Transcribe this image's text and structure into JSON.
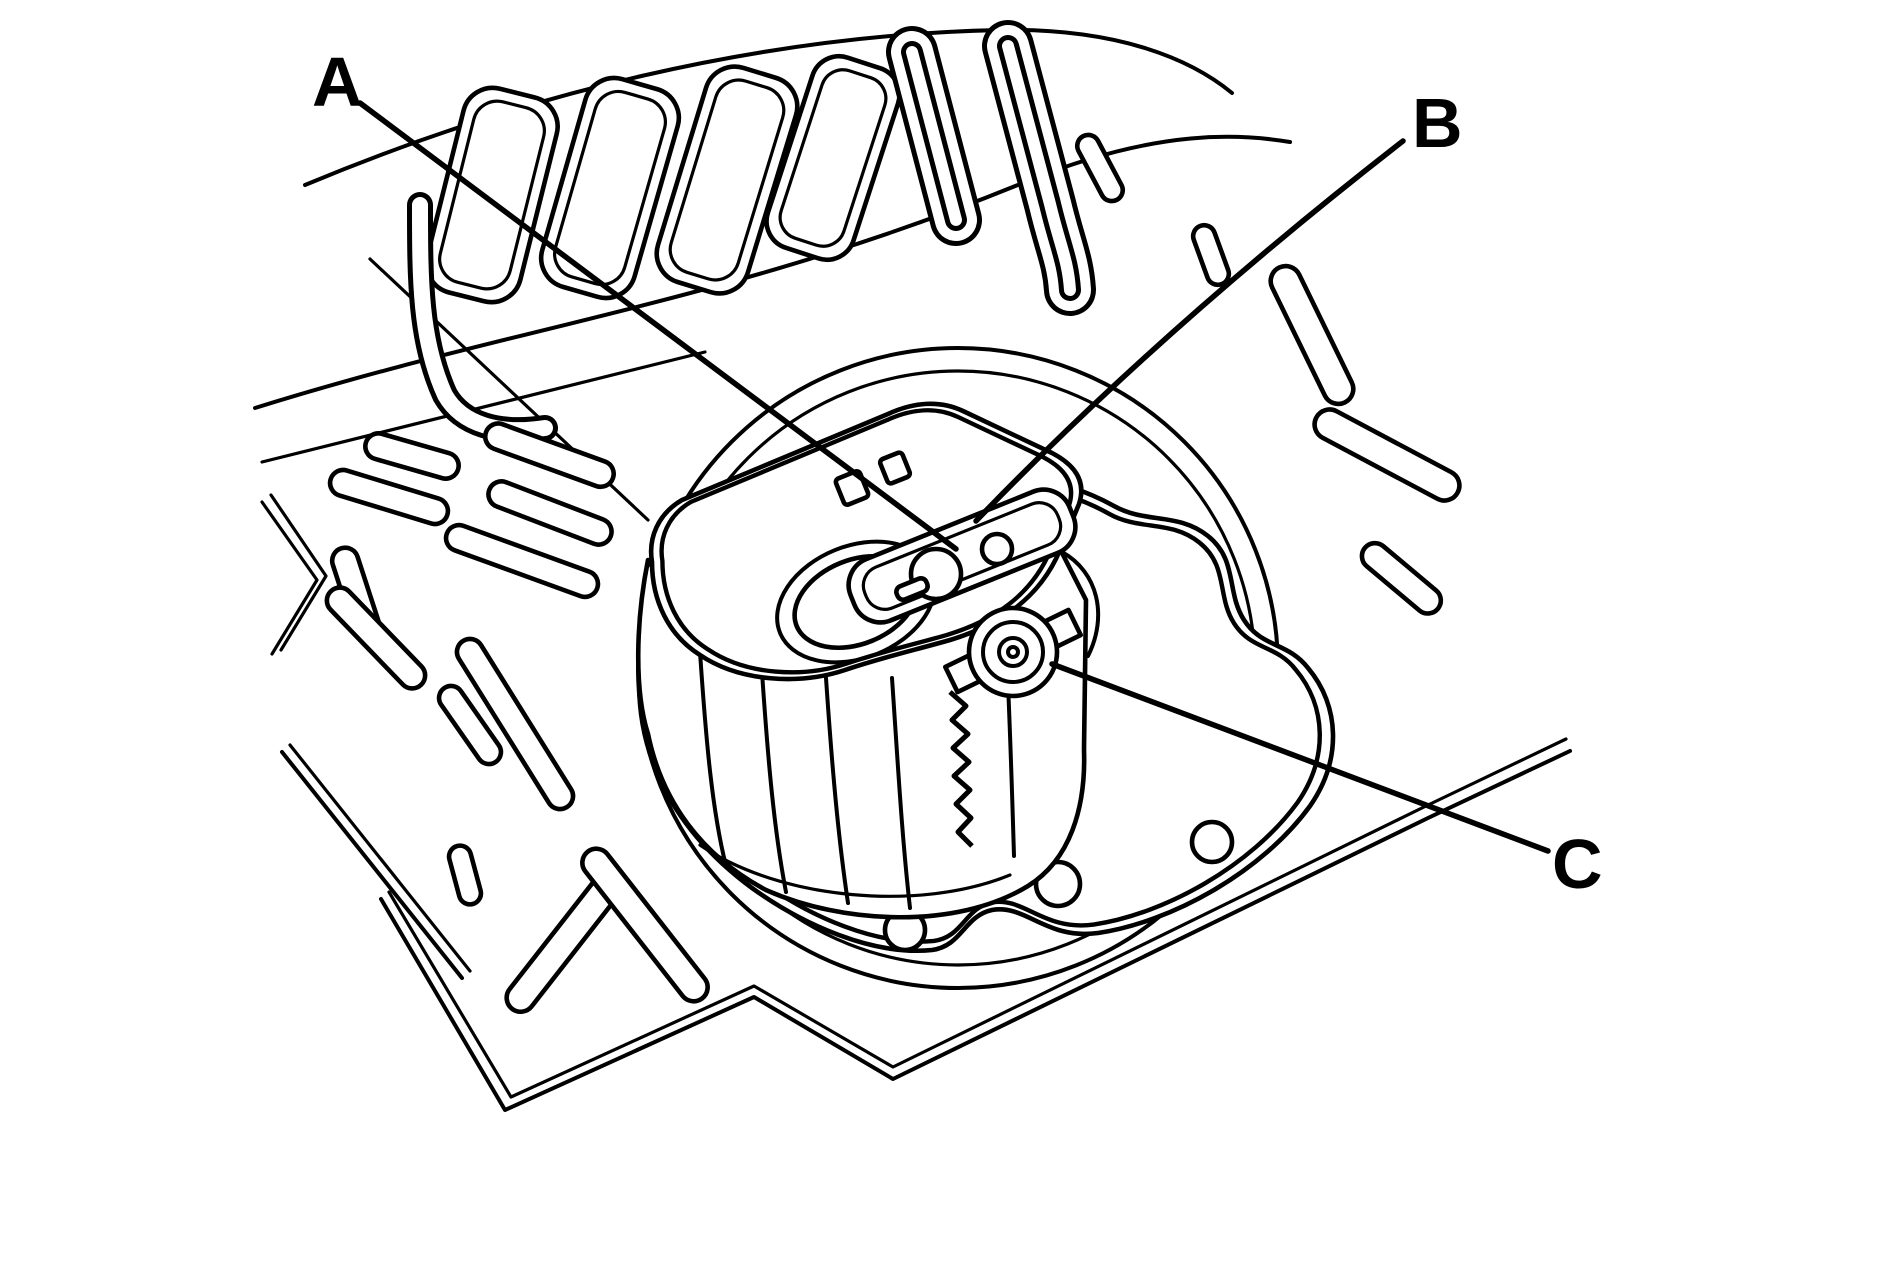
{
  "figure": {
    "kind": "technical-line-illustration",
    "background_color": "#ffffff",
    "line_color": "#000000",
    "callouts": [
      {
        "id": "A",
        "label": "A"
      },
      {
        "id": "B",
        "label": "B"
      },
      {
        "id": "C",
        "label": "C"
      }
    ]
  }
}
